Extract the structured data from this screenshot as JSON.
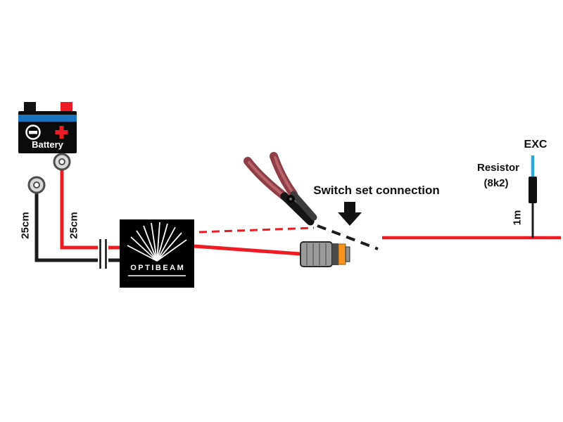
{
  "diagram": {
    "battery_label": "Battery",
    "brand": "OPTIBEAM",
    "black_wire_length": "25cm",
    "red_wire_length": "25cm",
    "switch_note": "Switch set connection",
    "exc_label": "EXC",
    "resistor_label": "Resistor",
    "resistor_value": "(8k2)",
    "switch_wire_length": "1m"
  },
  "colors": {
    "wire_red": "#ed1c24",
    "wire_black": "#1c1c1c",
    "wire_blue": "#29abe2",
    "battery_stripe": "#1b75bc",
    "connector_seal": "#f7941d",
    "pliers_handle": "#8e3e47",
    "box_black": "#000000"
  }
}
